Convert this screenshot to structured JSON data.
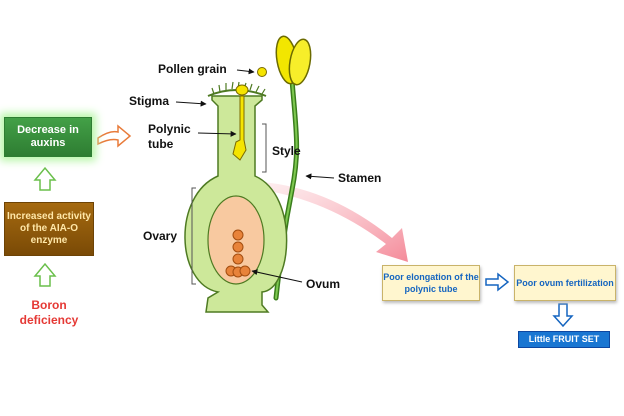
{
  "labels": {
    "pollen_grain": "Pollen grain",
    "stigma": "Stigma",
    "polynic_tube": "Polynic\ntube",
    "style": "Style",
    "stamen": "Stamen",
    "ovary": "Ovary",
    "ovum": "Ovum"
  },
  "flow": {
    "decrease_auxins": "Decrease in auxins",
    "increased_activity": "Increased activity of the AIA-O enzyme",
    "boron_deficiency": "Boron deficiency",
    "poor_elongation": "Poor elongation of the polynic tube",
    "poor_ovum": "Poor ovum fertilization",
    "little_fruit": "Little FRUIT SET"
  },
  "colors": {
    "plant_green": "#cde89a",
    "outline_green": "#4e7a22",
    "ovary_orange": "#f8c9a0",
    "ovum_orange": "#e8833a",
    "pollen_yellow": "#f5e400",
    "arrow_blue": "#1565c0"
  }
}
